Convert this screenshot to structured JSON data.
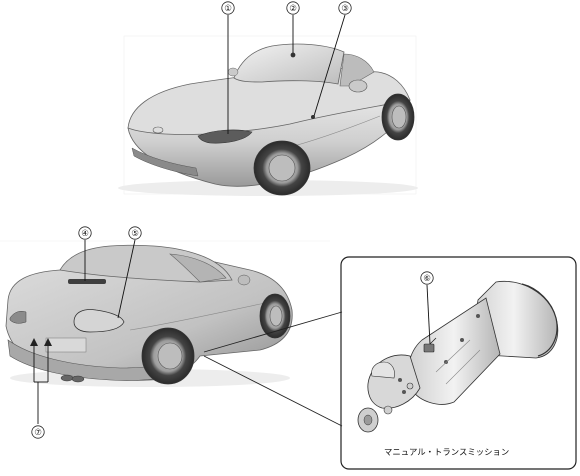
{
  "callouts": {
    "c1": "①",
    "c2": "②",
    "c3": "③",
    "c4": "④",
    "c5": "⑤",
    "c6": "⑥",
    "c7": "⑦"
  },
  "inset": {
    "caption": "マニュアル・トランスミッション"
  },
  "colors": {
    "body_light": "#e6e6e6",
    "body_mid": "#c4c4c4",
    "body_dark": "#8e8e8e",
    "outline": "#555555",
    "tire": "#3a3a3a",
    "leader": "#111111"
  }
}
